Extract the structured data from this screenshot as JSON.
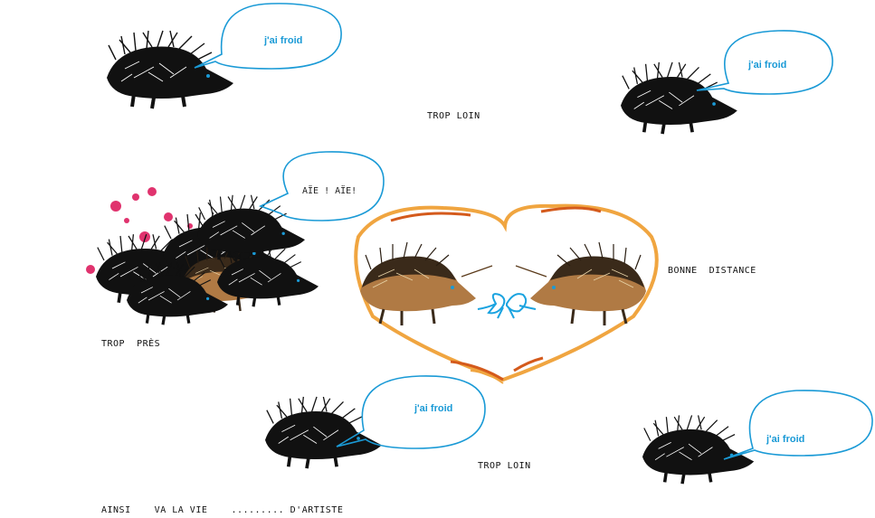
{
  "bubbles": {
    "b1": "j'ai froid",
    "b2": "j'ai froid",
    "b3": "AÏE ! AÏE!",
    "b4": "j'ai froid",
    "b5": "j'ai froid"
  },
  "labels": {
    "trop_loin_top": "TROP LOIN",
    "trop_pres": "TROP  PRÈS",
    "bonne_distance": "BONNE  DISTANCE",
    "trop_loin_bottom": "TROP LOIN",
    "footer": "AINSI    VA LA VIE    ......... D'ARTISTE"
  },
  "colors": {
    "bubble": "#1a9ad6",
    "hedgehog_dark": "#111111",
    "hedgehog_brown": "#b07a44",
    "heart_outline": "#f0a540",
    "heart_accent": "#d45a1c",
    "ribbon": "#1aa3e0",
    "splash": "#e0336e"
  }
}
